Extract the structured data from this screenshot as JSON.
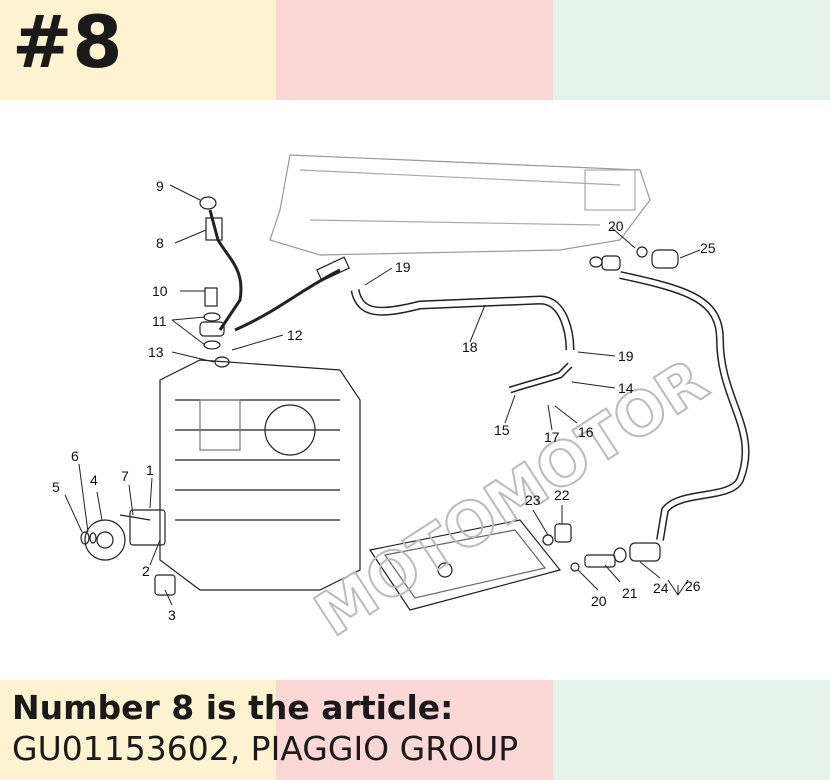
{
  "header": {
    "number": "#8"
  },
  "colors": {
    "band_yellow": "#fdf3d0",
    "band_pink": "#fbd8d6",
    "band_mint": "#e3f3ec",
    "text": "#1a1a1a"
  },
  "caption": {
    "line1": "Number 8 is the article:",
    "line2": "GU01153602, PIAGGIO GROUP"
  },
  "diagram": {
    "watermark": "MOTOMOTOR",
    "callouts": [
      "1",
      "2",
      "3",
      "4",
      "5",
      "6",
      "7",
      "8",
      "9",
      "10",
      "11",
      "12",
      "13",
      "14",
      "15",
      "16",
      "17",
      "18",
      "19",
      "19",
      "20",
      "20",
      "21",
      "22",
      "23",
      "24",
      "25",
      "26"
    ]
  }
}
